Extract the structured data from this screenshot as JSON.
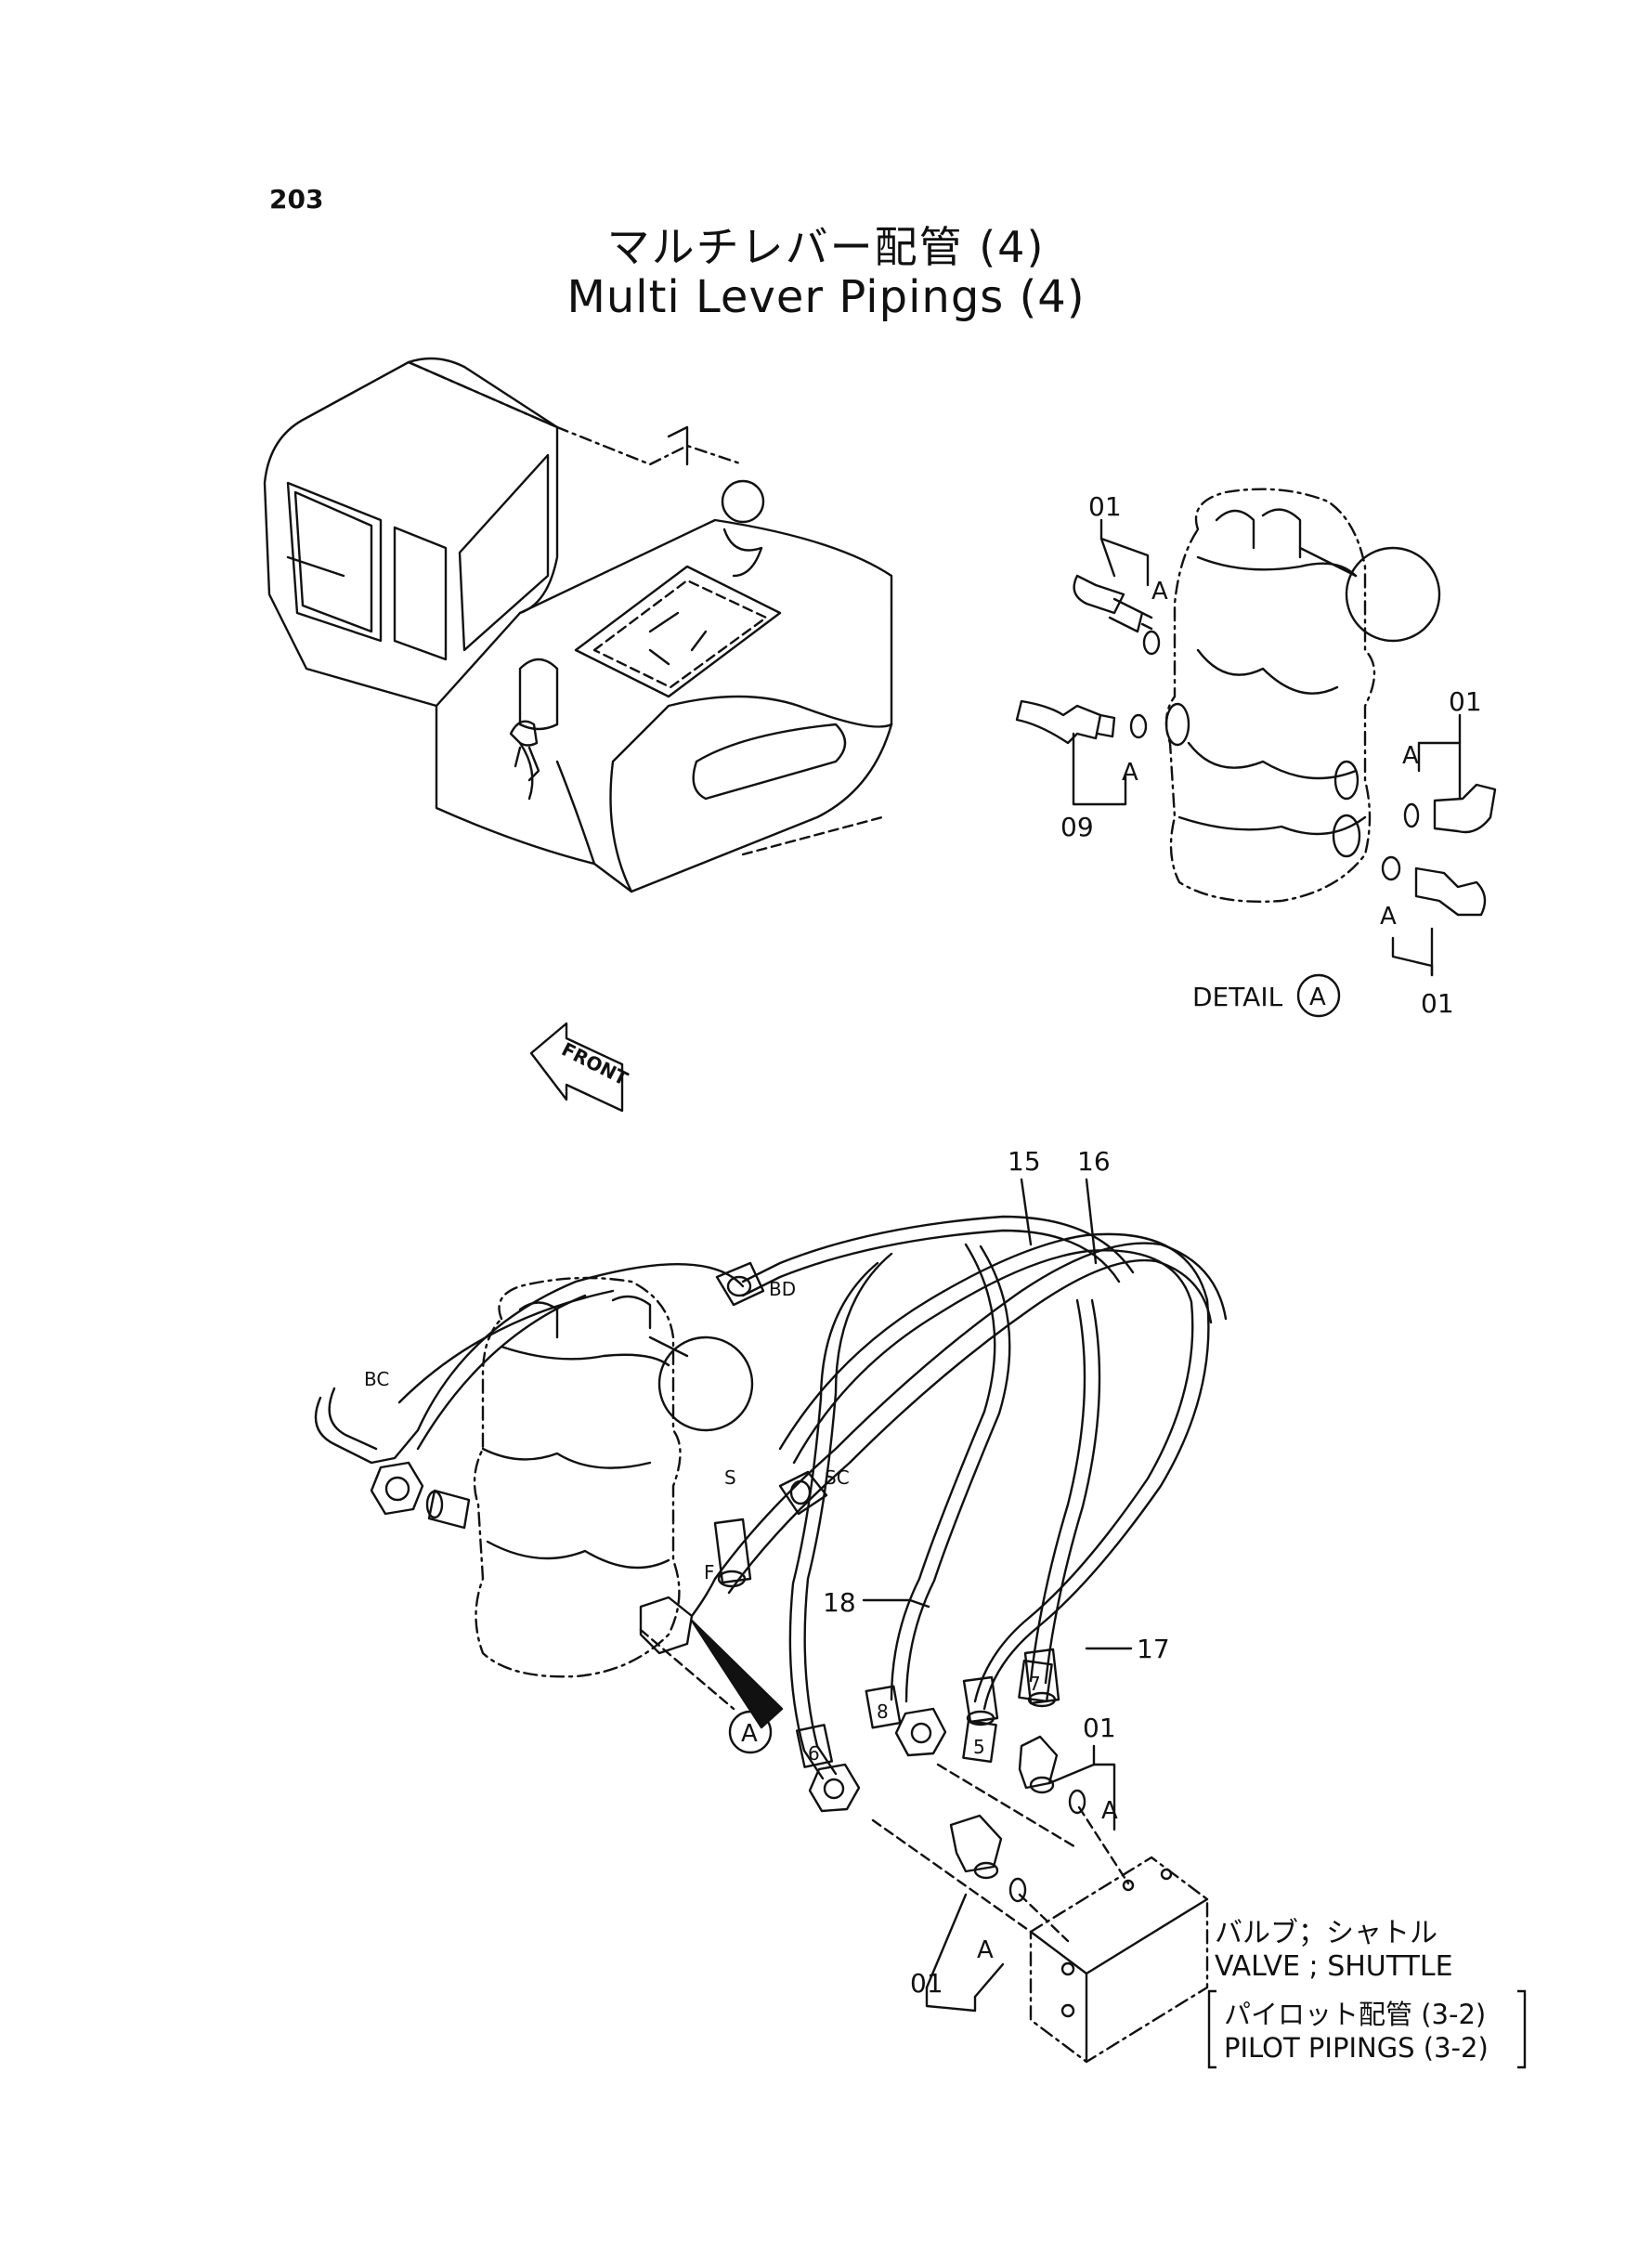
{
  "page": {
    "number": "203",
    "title_jp": "マルチレバー配管 (4)",
    "title_en": "Multi Lever Pipings (4)"
  },
  "callouts": {
    "p01": "01",
    "p09": "09",
    "p15": "15",
    "p16": "16",
    "p17": "17",
    "p18": "18",
    "sec_a": "A",
    "detail_label": "DETAIL",
    "front": "FRONT",
    "port_bc": "BC",
    "port_bd": "BD",
    "port_s": "S",
    "port_sc": "SC",
    "port_f": "F",
    "clamp_5": "5",
    "clamp_6": "6",
    "clamp_7": "7",
    "clamp_8": "8"
  },
  "notes": {
    "valve_jp": "バルブ；シャトル",
    "valve_en": "VALVE ; SHUTTLE",
    "ref_jp": "パイロット配管 (3-2)",
    "ref_en": "PILOT PIPINGS (3-2)"
  }
}
